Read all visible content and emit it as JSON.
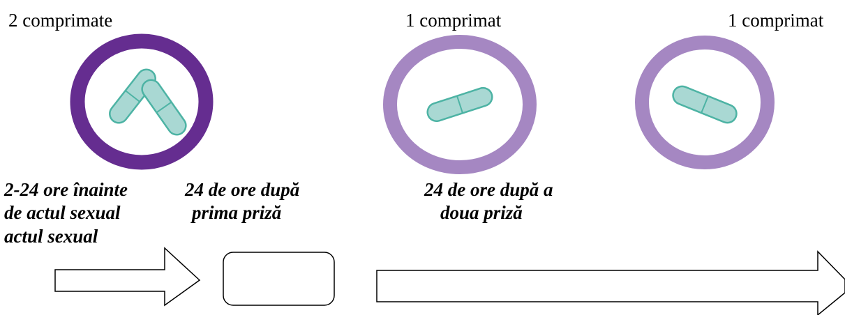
{
  "doses": [
    {
      "label": "2 comprimate"
    },
    {
      "label": "1 comprimat"
    },
    {
      "label": "1 comprimat"
    }
  ],
  "timing": {
    "before": {
      "line1": "2-24 ore înainte",
      "line2": "de actul sexual"
    },
    "act": "actul sexual",
    "after_first": {
      "line1": "24 de ore după",
      "line2": "prima priză"
    },
    "after_second": {
      "line1": "24 de ore după a",
      "line2": "doua priză"
    }
  },
  "colors": {
    "dark_ring": "#652d90",
    "light_ring": "#a587c2",
    "pill_fill": "#a9d8d3",
    "pill_stroke": "#4db3a4"
  }
}
